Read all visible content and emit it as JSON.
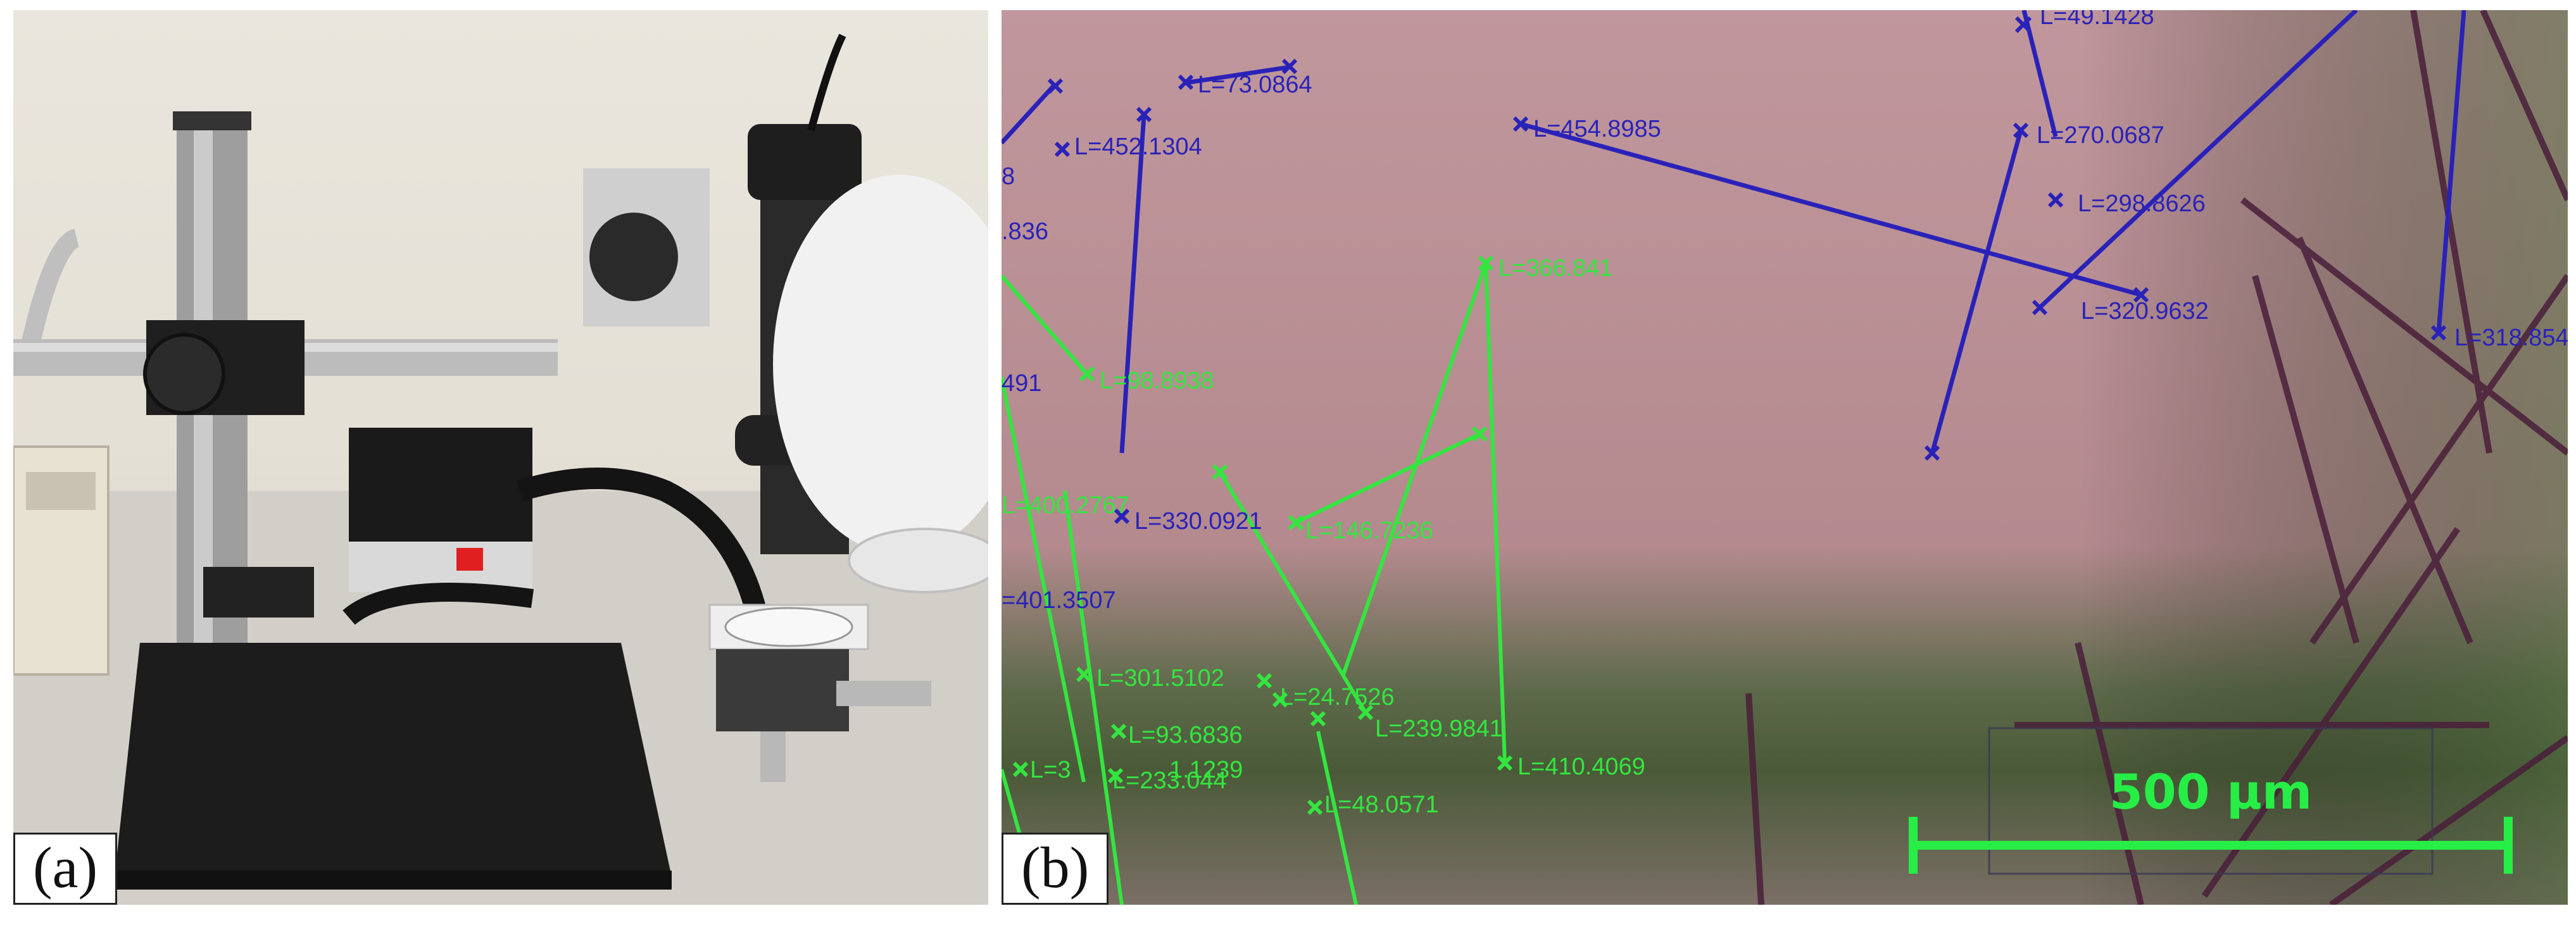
{
  "panels": {
    "a": {
      "label": "(a)"
    },
    "b": {
      "label": "(b)"
    }
  },
  "colors": {
    "blue_measure": "#2a22b8",
    "green_measure": "#33e63f",
    "scale_bar": "#26ee46"
  },
  "scale_bar": {
    "label": "500 µm"
  },
  "measurements_blue": [
    "L=49.1428",
    "L=73.0864",
    "L=452.1304",
    "L=454.8985",
    "L=270.0687",
    "L=298.8626",
    "L=320.9632",
    "L=318.854",
    "L=330.0921",
    ".836",
    "491",
    "=401.3507",
    "8"
  ],
  "measurements_green": [
    "L=366.841",
    "L=98.8938",
    "L=400.2767",
    "L=146.7236",
    "L=301.5102",
    "L=24.7526",
    "L=239.9841",
    "L=410.4069",
    "L=93.6836",
    "L=3",
    "1.1239",
    "L=233.044",
    "L=48.0571"
  ]
}
